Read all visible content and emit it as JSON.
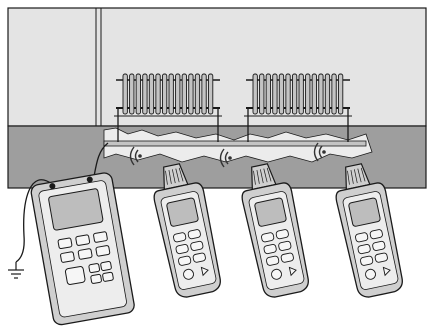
{
  "scene": {
    "colors": {
      "background": "#ffffff",
      "wall": "#e4e4e4",
      "floor": "#9e9e9e",
      "pipe": "#c4c4c4",
      "line": "#1a1a1a",
      "device_body": "#cfcfcf",
      "device_bezel": "#ededed",
      "screen": "#bdbdbd",
      "keys": "#f6f6f6",
      "signal": "#333333"
    },
    "radiators": [
      {
        "name": "radiator-left",
        "fins": 14
      },
      {
        "name": "radiator-right",
        "fins": 14
      }
    ],
    "transmitter": {
      "name": "transmitter-unit",
      "icon": "ground-symbol-icon"
    },
    "receivers": [
      {
        "name": "receiver-left"
      },
      {
        "name": "receiver-middle"
      },
      {
        "name": "receiver-right"
      }
    ]
  }
}
